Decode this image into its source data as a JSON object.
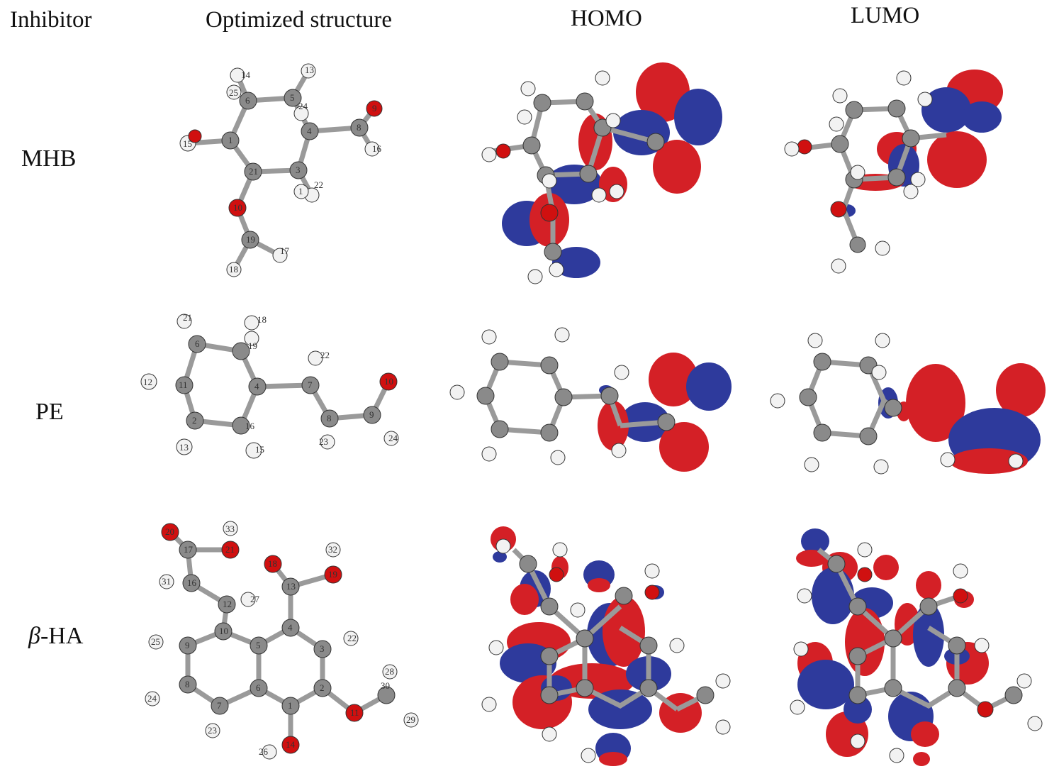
{
  "headers": {
    "inhibitor": "Inhibitor",
    "optimized": "Optimized structure",
    "homo": "HOMO",
    "lumo": "LUMO"
  },
  "rows": [
    {
      "label_prefix": "",
      "label_main": "MHB"
    },
    {
      "label_prefix": "",
      "label_main": "PE"
    },
    {
      "label_prefix": "β",
      "label_main": "-HA"
    }
  ],
  "colors": {
    "carbon": "#8a8a8a",
    "oxygen": "#d01010",
    "hydrogen": "#f2f2f2",
    "lobe_positive": "#d42026",
    "lobe_negative": "#2e3a9c"
  },
  "atom_labels": {
    "mhb": [
      "14",
      "13",
      "25",
      "5",
      "6",
      "24",
      "4",
      "8",
      "9",
      "15",
      "1",
      "16",
      "21",
      "3",
      "22",
      "10",
      "19",
      "17",
      "18",
      "1"
    ],
    "pe": [
      "21",
      "18",
      "6",
      "19",
      "22",
      "12",
      "11",
      "4",
      "7",
      "10",
      "8",
      "9",
      "2",
      "16",
      "13",
      "15",
      "23",
      "24"
    ],
    "bha": [
      "20",
      "33",
      "17",
      "21",
      "18",
      "32",
      "31",
      "16",
      "13",
      "19",
      "12",
      "27",
      "10",
      "4",
      "22",
      "25",
      "9",
      "5",
      "3",
      "28",
      "6",
      "2",
      "30",
      "24",
      "8",
      "7",
      "11",
      "29",
      "23",
      "1",
      "26",
      "14"
    ]
  }
}
